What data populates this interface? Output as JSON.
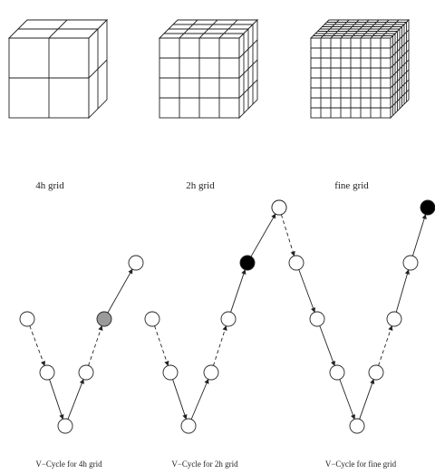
{
  "grid_labels": [
    "4h grid",
    "2h grid",
    "fine grid"
  ],
  "cycle_labels": [
    "V−Cycle for 4h grid",
    "V−Cycle for 2h grid",
    "V−Cycle for fine grid"
  ],
  "grids": [
    {
      "divisions": 2
    },
    {
      "divisions": 4
    },
    {
      "divisions": 8
    }
  ],
  "cycles": [
    {
      "levels": [
        1,
        2,
        3,
        2,
        1,
        0
      ],
      "fills": [
        "white",
        "white",
        "white",
        "white",
        "gray",
        "white"
      ]
    },
    {
      "levels": [
        1,
        2,
        3,
        2,
        1,
        0,
        -1
      ],
      "fills": [
        "white",
        "white",
        "white",
        "white",
        "white",
        "black",
        "white"
      ]
    },
    {
      "levels": [
        -1,
        0,
        1,
        2,
        3,
        2,
        1,
        0,
        -1
      ],
      "fills": [
        "white",
        "white",
        "white",
        "white",
        "white",
        "white",
        "white",
        "white",
        "black"
      ]
    }
  ],
  "colors": {
    "line": "#222222",
    "gray_node": "#9a9a9a",
    "black_node": "#000000"
  }
}
